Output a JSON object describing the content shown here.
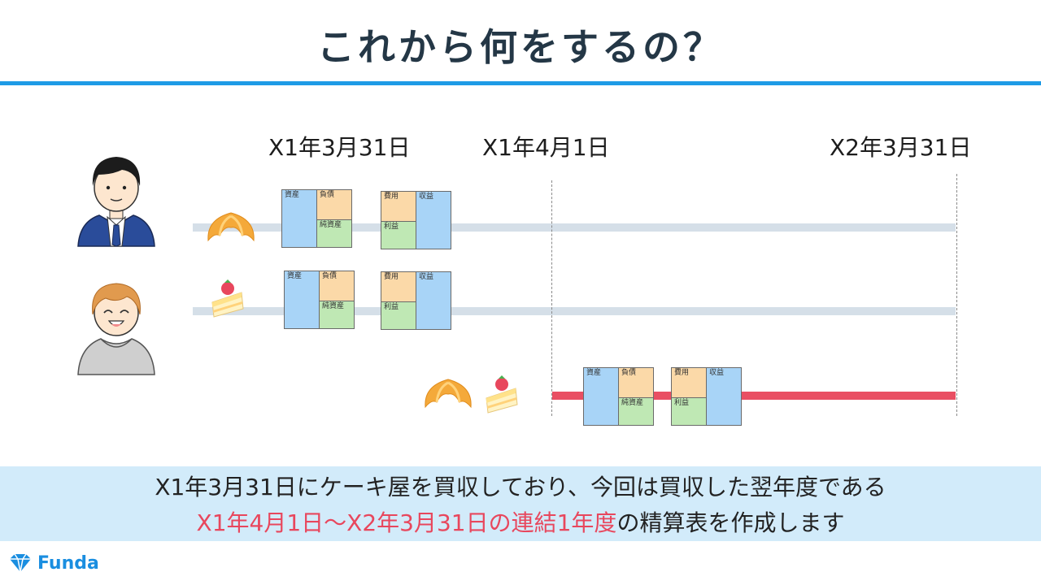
{
  "title": "これから何をするの？",
  "dates": [
    "X1年3月31日",
    "X1年4月1日",
    "X2年3月31日"
  ],
  "statement": {
    "bs_asset": "資産",
    "bs_liability": "負債",
    "bs_equity": "純資産",
    "pl_expense": "費用",
    "pl_revenue": "収益",
    "pl_profit": "利益"
  },
  "icons": {
    "parent_person": "businessman-icon",
    "subsidiary_person": "hoodie-person-icon",
    "parent_item": "croissant-icon",
    "subsidiary_item": "cake-slice-icon"
  },
  "bottom": {
    "line1": "X1年3月31日にケーキ屋を買収しており、今回は買収した翌年度である",
    "line2_highlight": "X1年4月1日〜X2年3月31日の連結1年度",
    "line2_rest": "の精算表を作成します"
  },
  "logo": {
    "text": "Funda"
  },
  "colors": {
    "accent_blue": "#1e9be6",
    "highlight_red": "#e8475d",
    "band": "#d2ebfa"
  }
}
